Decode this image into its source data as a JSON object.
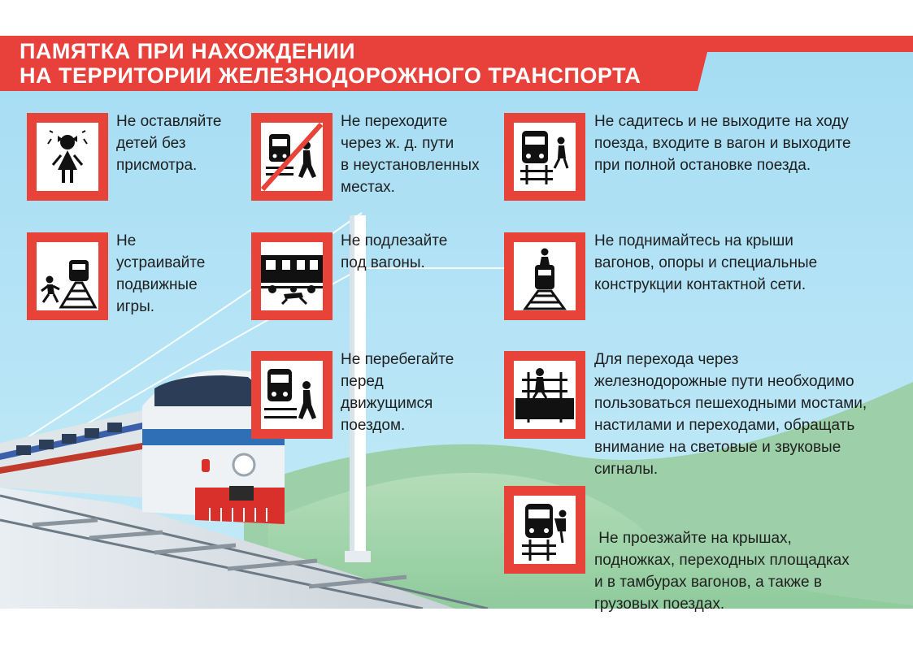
{
  "header": {
    "title_line1": "ПАМЯТКА ПРИ НАХОЖДЕНИИ",
    "title_line2": "НА ТЕРРИТОРИИ ЖЕЛЕЗНОДОРОЖНОГО ТРАНСПОРТА"
  },
  "rules": [
    {
      "icon": "child-icon",
      "lines": [
        "Не оставляйте",
        "детей без",
        "присмотра."
      ]
    },
    {
      "icon": "no-crossing-tracks-icon",
      "lines": [
        "Не переходите",
        "через ж. д. пути",
        "в неустановленных",
        "местах."
      ]
    },
    {
      "icon": "boarding-train-icon",
      "lines": [
        "Не садитесь и не выходите на ходу",
        "поезда, входите в вагон и выходите",
        "при полной остановке поезда."
      ]
    },
    {
      "icon": "running-games-icon",
      "lines": [
        "Не",
        "устраивайте",
        "подвижные",
        "игры."
      ]
    },
    {
      "icon": "crawling-under-wagon-icon",
      "lines": [
        "Не подлезайте",
        "под вагоны."
      ]
    },
    {
      "icon": "climbing-roof-icon",
      "lines": [
        "Не поднимайтесь на крыши",
        "вагонов, опоры и специальные",
        "конструкции контактной сети."
      ]
    },
    {
      "icon": "running-before-train-icon",
      "lines": [
        "Не перебегайте",
        "перед",
        "движущимся",
        "поездом."
      ]
    },
    {
      "icon": "pedestrian-crossing-icon",
      "lines": [
        "Для перехода через",
        "железнодорожные пути необходимо",
        "пользоваться пешеходными мостами,",
        "настилами и переходами, обращать",
        "внимание на световые и звуковые",
        "сигналы."
      ]
    },
    {
      "icon": "riding-outside-train-icon",
      "lines": [
        " Не проезжайте на крышах,",
        "подножках, переходных площадках",
        "и в тамбурах вагонов, а также в",
        "грузовых поездах."
      ]
    }
  ],
  "colors": {
    "banner_red": "#e8403a",
    "sky_blue": "#aee2f5",
    "hill_green": "#a9d7b1",
    "sign_red": "#e84339",
    "text": "#1f1f1f"
  }
}
